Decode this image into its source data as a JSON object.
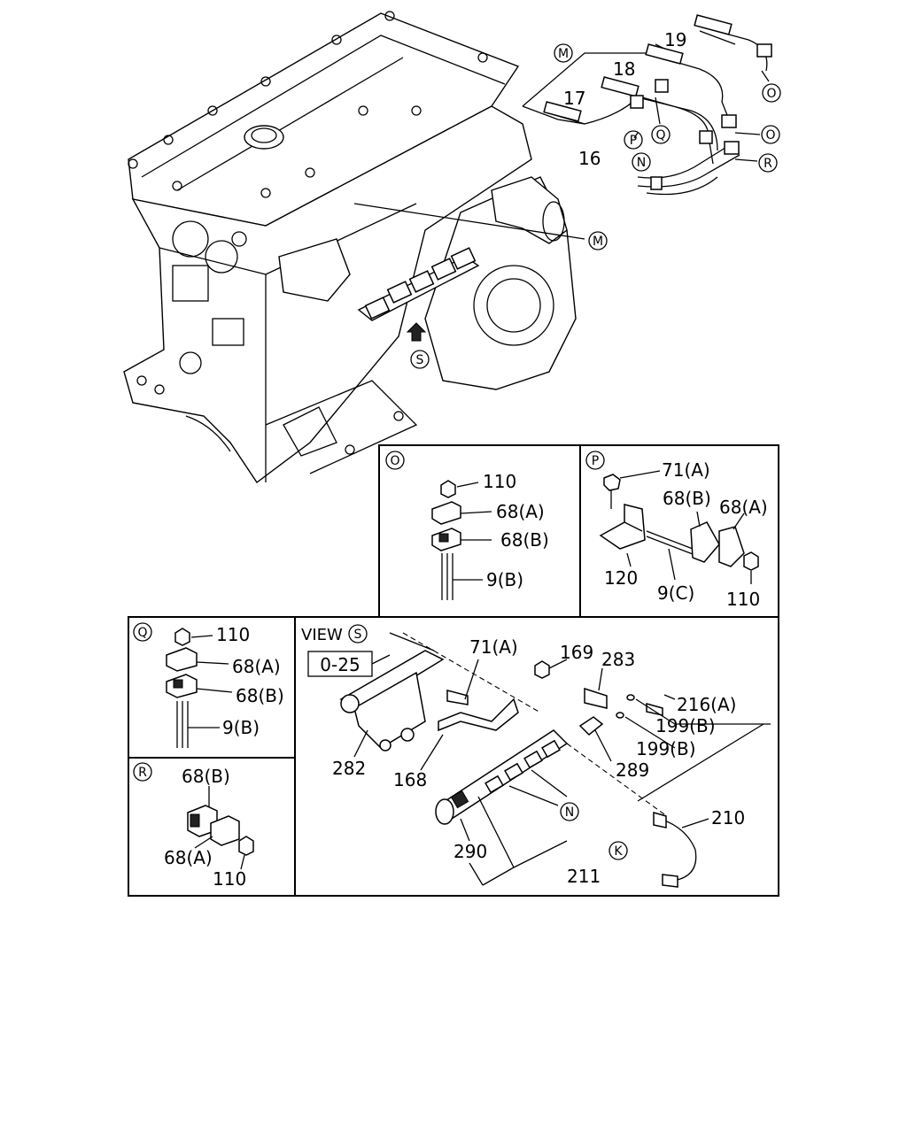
{
  "main_view": {
    "part_labels": [
      "19",
      "18",
      "17",
      "16"
    ],
    "callouts": [
      "M",
      "M",
      "O",
      "O",
      "P",
      "Q",
      "N",
      "R",
      "S"
    ]
  },
  "detail_O": {
    "callout": "O",
    "labels": [
      "110",
      "68(A)",
      "68(B)",
      "9(B)"
    ]
  },
  "detail_P": {
    "callout": "P",
    "labels": [
      "71(A)",
      "68(B)",
      "68(A)",
      "120",
      "9(C)",
      "110"
    ]
  },
  "detail_Q": {
    "callout": "Q",
    "labels": [
      "110",
      "68(A)",
      "68(B)",
      "9(B)"
    ]
  },
  "detail_R": {
    "callout": "R",
    "labels": [
      "68(B)",
      "68(A)",
      "110"
    ]
  },
  "detail_view_S": {
    "view_prefix": "VIEW",
    "callout": "S",
    "ref_box": "0-25",
    "labels": [
      "71(A)",
      "169",
      "283",
      "216(A)",
      "199(B)",
      "199(B)",
      "282",
      "168",
      "289",
      "290",
      "211",
      "210"
    ],
    "callouts": [
      "N",
      "K"
    ]
  }
}
